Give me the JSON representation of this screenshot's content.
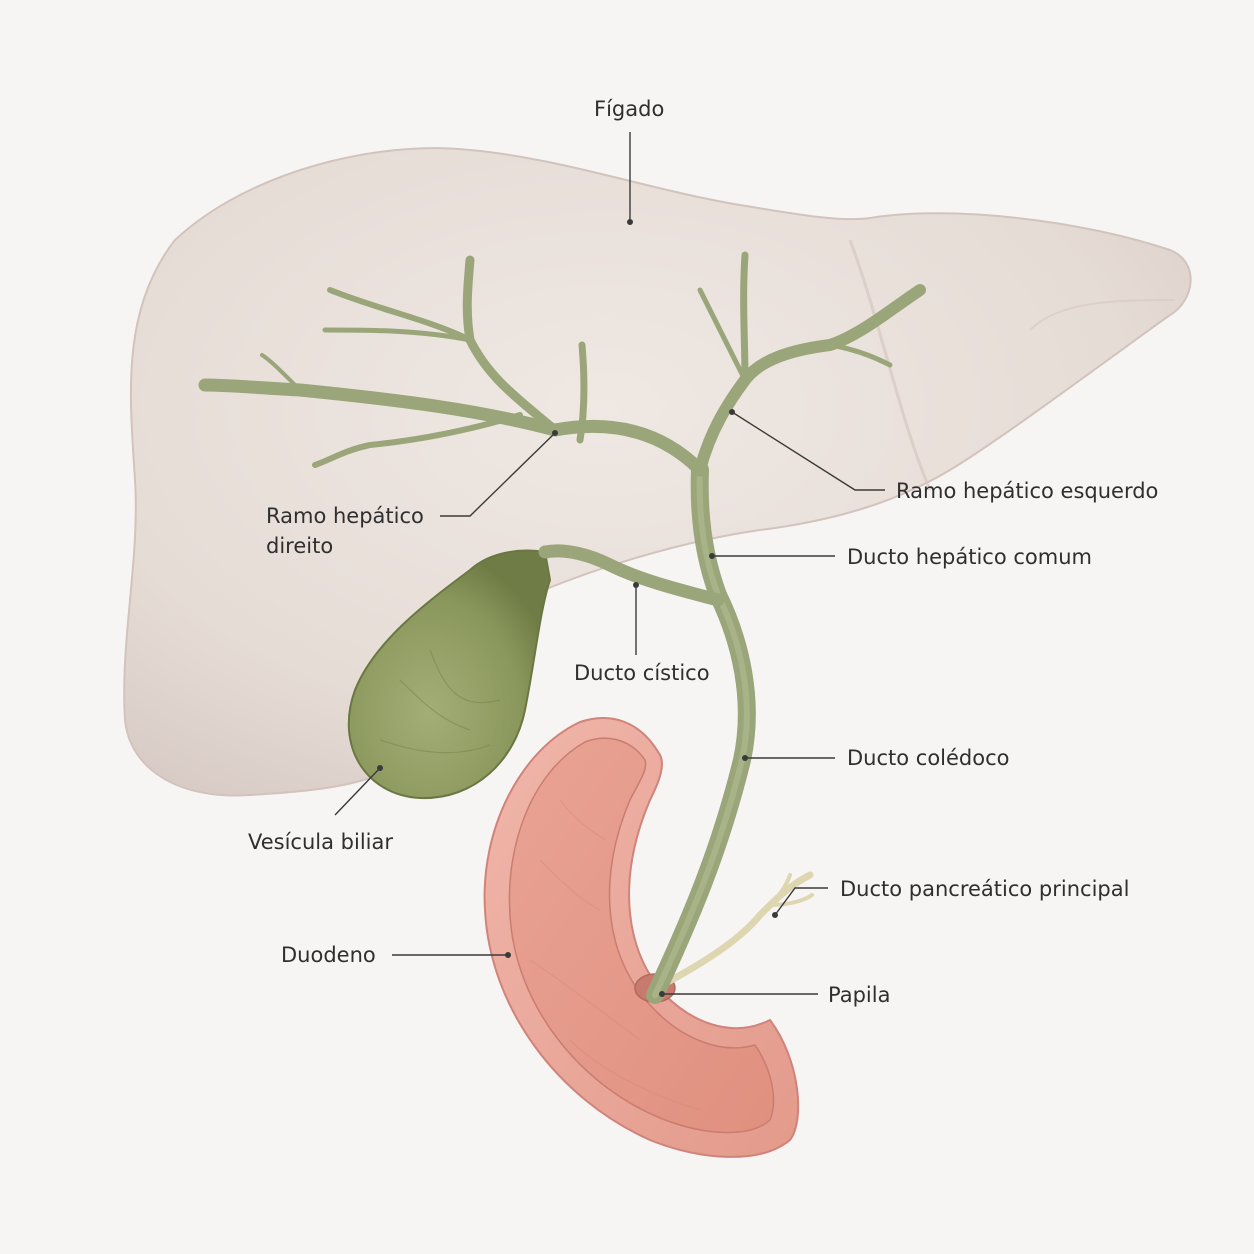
{
  "labels": {
    "liver": "Fígado",
    "right_hepatic_branch": [
      "Ramo hepático",
      "direito"
    ],
    "left_hepatic_branch": "Ramo hepático esquerdo",
    "common_hepatic_duct": "Ducto hepático comum",
    "cystic_duct": "Ducto cístico",
    "common_bile_duct": "Ducto colédoco",
    "gallbladder": "Vesícula biliar",
    "main_pancreatic_duct": "Ducto pancreático principal",
    "duodenum": "Duodeno",
    "papilla": "Papila"
  },
  "colors": {
    "background": "#f7f5f4",
    "liver": "#e8dfda",
    "bile_duct": "#9aa67a",
    "gallbladder": "#8c995e",
    "duodenum_wall": "#e9a99c",
    "duodenum_lumen": "#e49a8c",
    "pancreatic_duct": "#e6e0c0",
    "label_text": "#2f2f2f"
  }
}
